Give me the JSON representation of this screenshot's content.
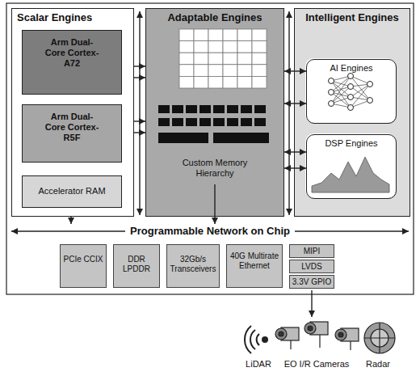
{
  "diagram": {
    "nodes": [
      {
        "text": [
          "Scalar Engines"
        ]
      },
      {
        "text": [
          "Arm Dual-Core Cortex-A72"
        ],
        "in": 0
      },
      {
        "text": [
          "Arm Dual-Core Cortex-R5F"
        ],
        "in": 0
      },
      {
        "text": [
          "Accelerator RAM"
        ],
        "in": 0
      },
      {
        "text": [
          "Adaptable Engines",
          "Custom Memory Hierarchy"
        ]
      },
      {
        "text": [
          "Intelligent Engines"
        ]
      },
      {
        "text": [
          "AI Engines"
        ],
        "in": 5
      },
      {
        "text": [
          "DSP Engines"
        ],
        "in": 5
      },
      {
        "text": [
          "Programmable Network on Chip"
        ]
      },
      {
        "text": [
          "PCIe CCIX"
        ]
      },
      {
        "text": [
          "DDR LPDDR"
        ]
      },
      {
        "text": [
          "32Gb/s Transceivers"
        ]
      },
      {
        "text": [
          "40G Multirate Ethernet"
        ]
      },
      {
        "text": [
          "MIPI"
        ]
      },
      {
        "text": [
          "LVDS"
        ]
      },
      {
        "text": [
          "3.3V GPIO"
        ]
      }
    ],
    "edges": [
      {
        "from": 1,
        "to": 4,
        "arrow": "both"
      },
      {
        "from": 1,
        "to": 4,
        "arrow": "both"
      },
      {
        "from": 2,
        "to": 4,
        "arrow": "both"
      },
      {
        "from": 2,
        "to": 4,
        "arrow": "both"
      },
      {
        "from": 4,
        "to": 6,
        "arrow": "both"
      },
      {
        "from": 4,
        "to": 6,
        "arrow": "both"
      },
      {
        "from": 4,
        "to": 7,
        "arrow": "both"
      },
      {
        "from": 4,
        "to": 7,
        "arrow": "both"
      },
      {
        "from": 2,
        "to": 3,
        "arrow": "both"
      },
      {
        "from": 3,
        "to": 8,
        "arrow": "both"
      },
      {
        "from": 4,
        "to": 8,
        "arrow": "to"
      }
    ],
    "labels": [
      "LiDAR",
      "EO I/R Cameras",
      "Radar"
    ]
  }
}
